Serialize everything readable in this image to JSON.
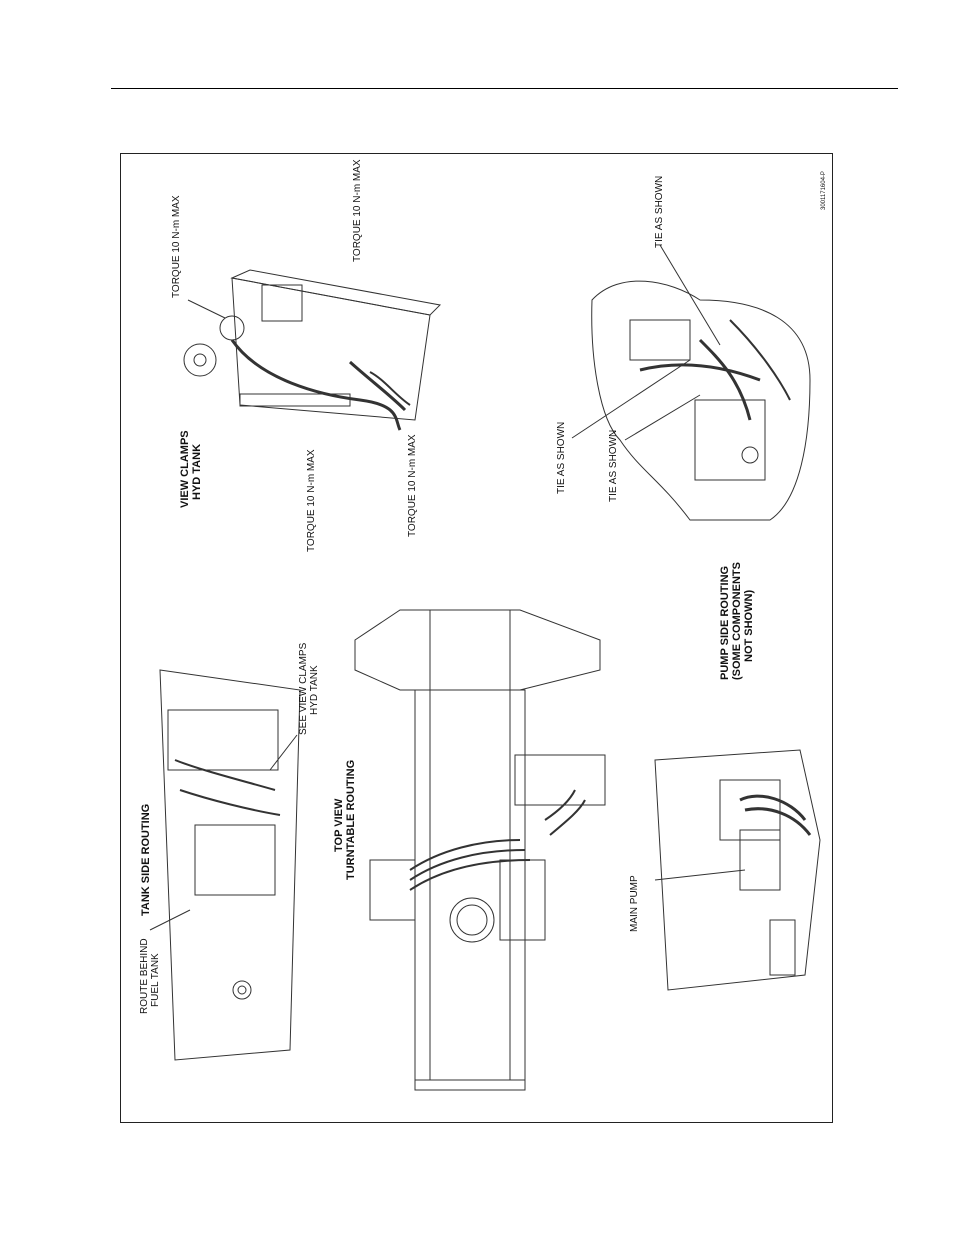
{
  "page": {
    "figure_id": "3001171604-P"
  },
  "views": {
    "hyd_tank": {
      "title_line1": "VIEW CLAMPS",
      "title_line2": "HYD TANK",
      "callouts": [
        "TORQUE 10 N-m MAX",
        "TORQUE 10 N-m MAX",
        "TORQUE 10 N-m MAX",
        "TORQUE 10 N-m MAX"
      ]
    },
    "tie_detail": {
      "callouts": [
        "TIE AS SHOWN",
        "TIE AS SHOWN",
        "TIE AS SHOWN"
      ]
    },
    "tank_side": {
      "title": "TANK SIDE ROUTING",
      "callout_fuel_line1": "ROUTE BEHIND",
      "callout_fuel_line2": "FUEL TANK",
      "callout_see_line1": "SEE VIEW CLAMPS",
      "callout_see_line2": "HYD TANK"
    },
    "top_view": {
      "title_line1": "TOP VIEW",
      "title_line2": "TURNTABLE ROUTING"
    },
    "pump_side": {
      "title_line1": "PUMP SIDE ROUTING",
      "title_line2": "(SOME COMPONENTS",
      "title_line3": "NOT SHOWN)",
      "callout_pump": "MAIN PUMP"
    }
  }
}
